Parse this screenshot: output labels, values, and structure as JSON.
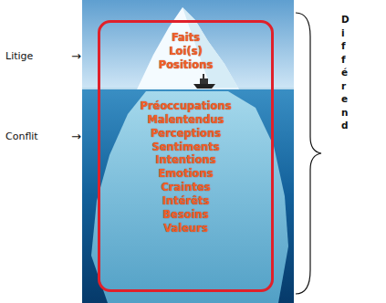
{
  "diagram": {
    "nodes": [
      {
        "text": [
          "Faits",
          "Loi(s)",
          "Positions",
          "Préoccupations",
          "Malentendus",
          "Perceptions",
          "Sentiments",
          "Intentions",
          "Emotions",
          "Craintes",
          "Intérêts",
          "Besoins",
          "Valeurs"
        ]
      }
    ],
    "labels": [
      "Litige",
      "→",
      "Conflit",
      "→",
      "D i f f é r e n d"
    ]
  }
}
